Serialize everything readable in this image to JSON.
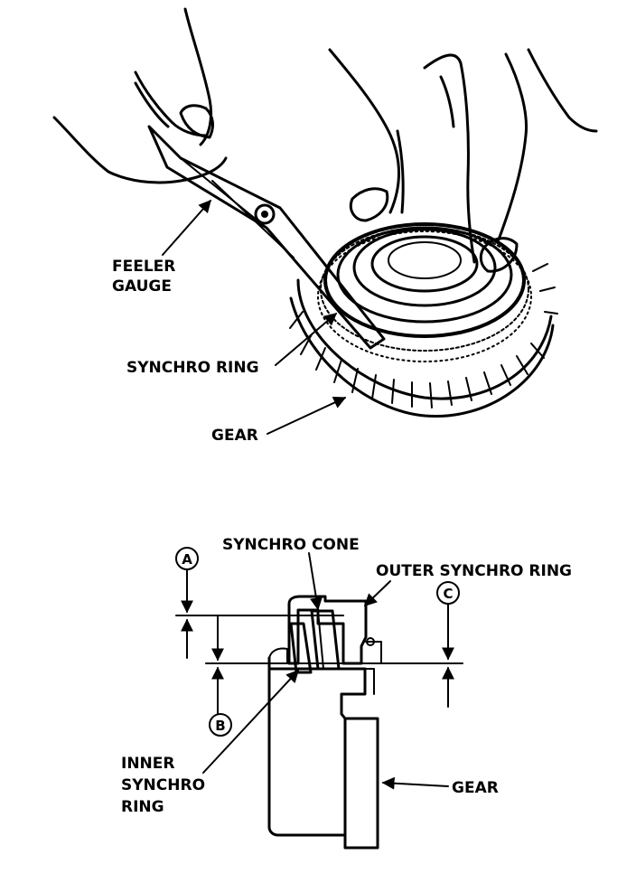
{
  "top_figure": {
    "labels": {
      "feeler_gauge_line1": "FEELER",
      "feeler_gauge_line2": "GAUGE",
      "synchro_ring": "SYNCHRO RING",
      "gear": "GEAR"
    }
  },
  "bottom_figure": {
    "labels": {
      "synchro_cone": "SYNCHRO CONE",
      "outer_synchro_ring": "OUTER SYNCHRO RING",
      "inner_synchro_ring_line1": "INNER",
      "inner_synchro_ring_line2": "SYNCHRO",
      "inner_synchro_ring_line3": "RING",
      "gear": "GEAR"
    },
    "markers": {
      "a": "A",
      "b": "B",
      "c": "C"
    }
  }
}
